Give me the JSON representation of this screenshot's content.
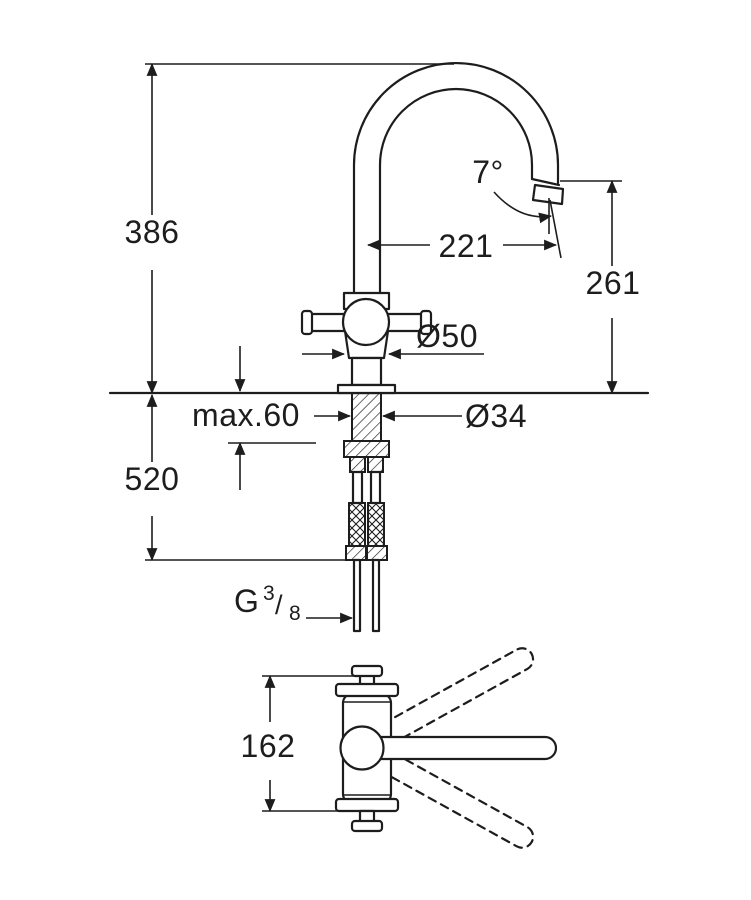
{
  "drawing": {
    "type": "technical-dimension-drawing",
    "subject": "single-hole kitchen faucet with cross handle and swivel spout",
    "views": {
      "front": "front elevation with installation dimensions",
      "top": "top view with spout swivel range (dashed positions)"
    },
    "colors": {
      "line": "#1d1d1d",
      "background": "#ffffff"
    }
  },
  "dimensions": {
    "total_height": "386",
    "spout_reach": "221",
    "outlet_height": "261",
    "outlet_angle": "7°",
    "body_diameter": "Ø50",
    "deck_thickness": "max.60",
    "shank_diameter": "Ø34",
    "hose_length": "520",
    "top_view_depth": "162",
    "thread": {
      "prefix": "G",
      "numerator": "3",
      "slash": "/",
      "denominator": "8"
    }
  }
}
